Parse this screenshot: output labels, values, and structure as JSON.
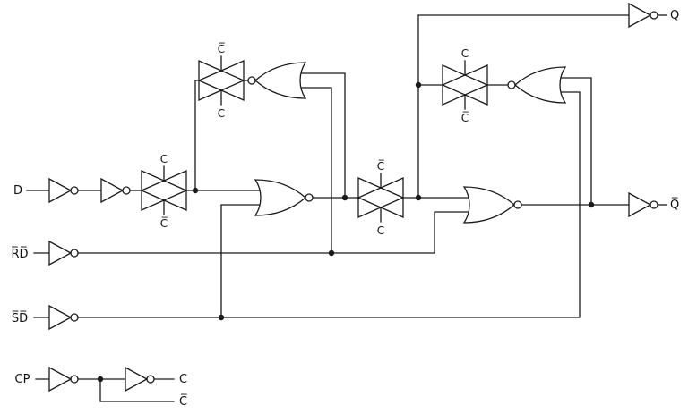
{
  "signals": {
    "d": "D",
    "rd": "R̅D̅",
    "sd": "S̅D̅",
    "cp": "CP",
    "q": "Q",
    "qbar": "Q̅",
    "c": "C",
    "cbar": "C̅"
  },
  "tgates": {
    "tg_feedback_master": {
      "top": "C̅",
      "bottom": "C"
    },
    "tg_data": {
      "top": "C",
      "bottom": "C̅"
    },
    "tg_transfer": {
      "top": "C̅",
      "bottom": "C"
    },
    "tg_feedback_slave": {
      "top": "C",
      "bottom": "C̅"
    }
  },
  "colors": {
    "line": "#1a1a1a",
    "background": "#ffffff"
  }
}
